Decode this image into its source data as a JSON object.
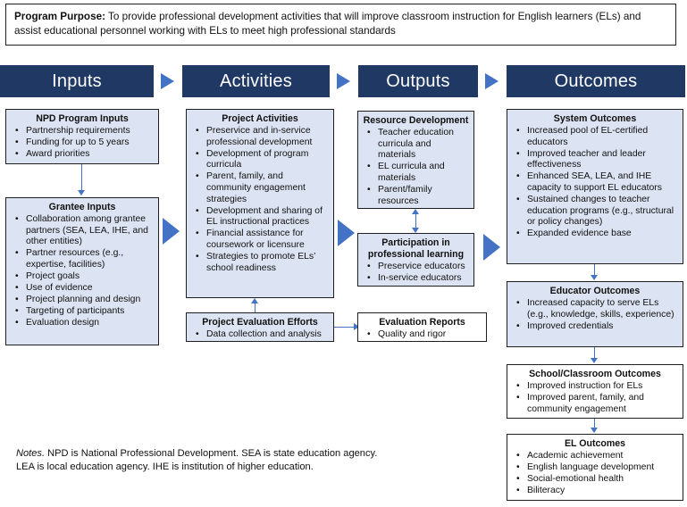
{
  "purpose": {
    "label": "Program Purpose:",
    "text": " To provide professional development activities that will improve classroom instruction for English learners (ELs) and assist educational personnel working with ELs to meet high professional standards"
  },
  "columns": [
    {
      "header": "Inputs"
    },
    {
      "header": "Activities"
    },
    {
      "header": "Outputs"
    },
    {
      "header": "Outcomes"
    }
  ],
  "boxes": {
    "npd_program_inputs": {
      "title": "NPD Program Inputs",
      "items": [
        "Partnership requirements",
        "Funding for up to 5 years",
        "Award priorities"
      ]
    },
    "grantee_inputs": {
      "title": "Grantee Inputs",
      "items": [
        "Collaboration among grantee partners (SEA, LEA, IHE, and other entities)",
        "Partner resources (e.g., expertise, facilities)",
        "Project goals",
        "Use of evidence",
        "Project planning and design",
        "Targeting of participants",
        "Evaluation design"
      ]
    },
    "project_activities": {
      "title": "Project Activities",
      "items": [
        "Preservice and in-service professional development",
        "Development of program curricula",
        "Parent, family, and community engagement strategies",
        "Development and sharing of EL instructional practices",
        "Financial assistance for coursework or licensure",
        "Strategies to promote ELs’ school readiness"
      ]
    },
    "project_evaluation_efforts": {
      "title": "Project Evaluation Efforts",
      "items": [
        "Data collection and analysis"
      ]
    },
    "resource_development": {
      "title": "Resource Development",
      "items": [
        "Teacher education curricula and materials",
        "EL curricula and materials",
        "Parent/family resources"
      ]
    },
    "participation_professional_learning": {
      "title": "Participation in professional learning",
      "items": [
        "Preservice educators",
        "In-service educators"
      ]
    },
    "evaluation_reports": {
      "title": "Evaluation Reports",
      "items": [
        "Quality and rigor"
      ]
    },
    "system_outcomes": {
      "title": "System Outcomes",
      "items": [
        "Increased pool of EL-certified educators",
        "Improved teacher and leader effectiveness",
        "Enhanced SEA, LEA, and IHE capacity to support EL educators",
        "Sustained changes to teacher education programs (e.g., structural or policy changes)",
        "Expanded evidence base"
      ]
    },
    "educator_outcomes": {
      "title": "Educator Outcomes",
      "items": [
        "Increased capacity to serve ELs (e.g., knowledge, skills, experience)",
        "Improved credentials"
      ]
    },
    "school_classroom_outcomes": {
      "title": "School/Classroom Outcomes",
      "items": [
        "Improved instruction for ELs",
        "Improved parent, family, and community engagement"
      ]
    },
    "el_outcomes": {
      "title": "EL Outcomes",
      "items": [
        "Academic achievement",
        "English language development",
        "Social-emotional health",
        "Biliteracy"
      ]
    }
  },
  "notes": {
    "label": "Notes.",
    "text": " NPD is National Professional Development. SEA is state education agency. LEA is local education agency. IHE is institution of higher education."
  },
  "colors": {
    "header_bar": "#1F3864",
    "arrow": "#4472C4",
    "box_fill": "#DCE3F2",
    "box_border": "#1F1F1F"
  }
}
